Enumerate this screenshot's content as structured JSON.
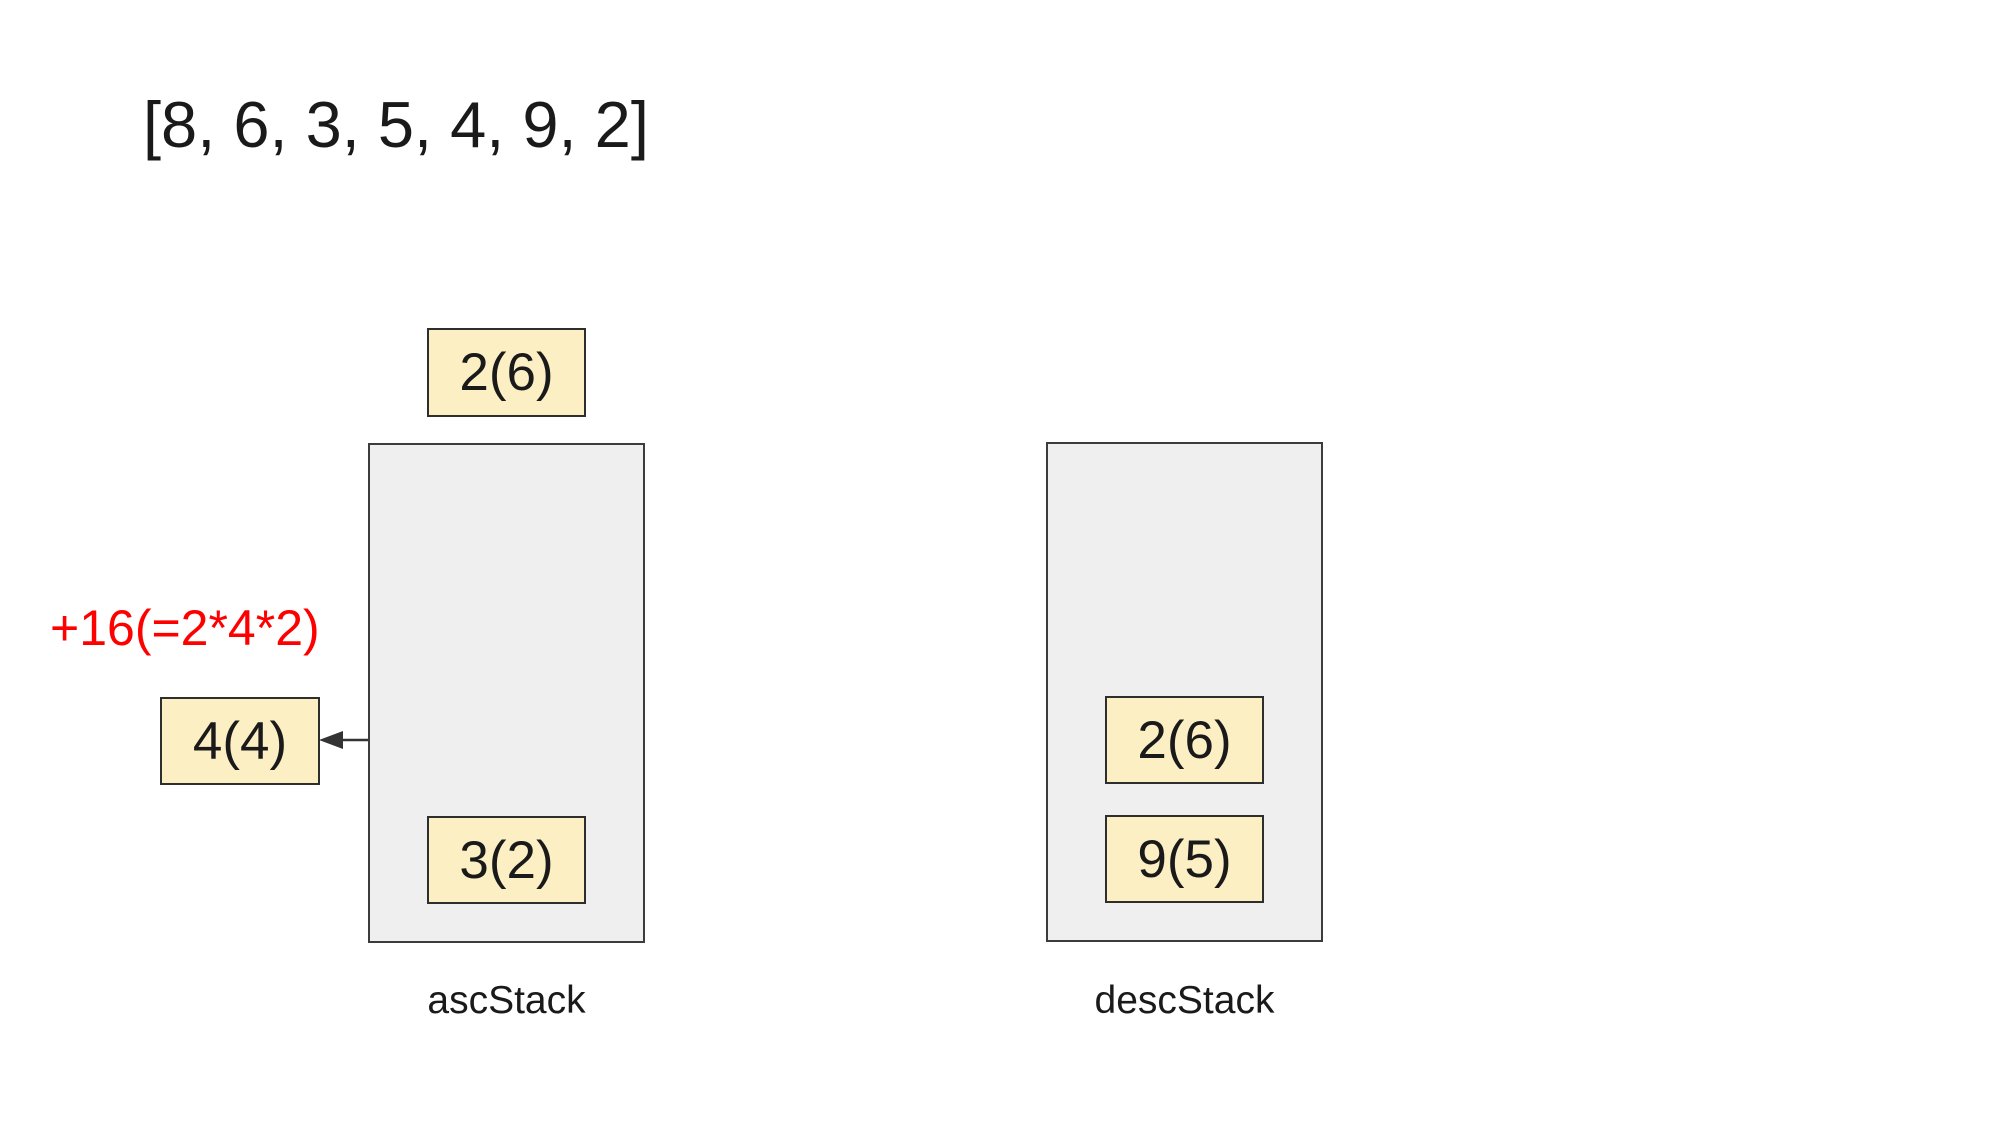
{
  "header": {
    "array_text": "[8, 6, 3, 5, 4, 9, 2]"
  },
  "annotation": {
    "text": "+16(=2*4*2)"
  },
  "incoming_box": {
    "label": "2(6)"
  },
  "popped_box": {
    "label": "4(4)"
  },
  "asc_stack": {
    "name": "ascStack",
    "items": [
      "3(2)"
    ]
  },
  "desc_stack": {
    "name": "descStack",
    "items": [
      "2(6)",
      "9(5)"
    ]
  },
  "colors": {
    "background": "#ffffff",
    "stack_fill": "#efefef",
    "stack_border": "#3c3c3c",
    "box_fill": "#fcefc4",
    "box_border": "#2e2e2e",
    "text": "#1a1a1a",
    "annotation_red": "#ff0000",
    "arrow": "#333333"
  }
}
